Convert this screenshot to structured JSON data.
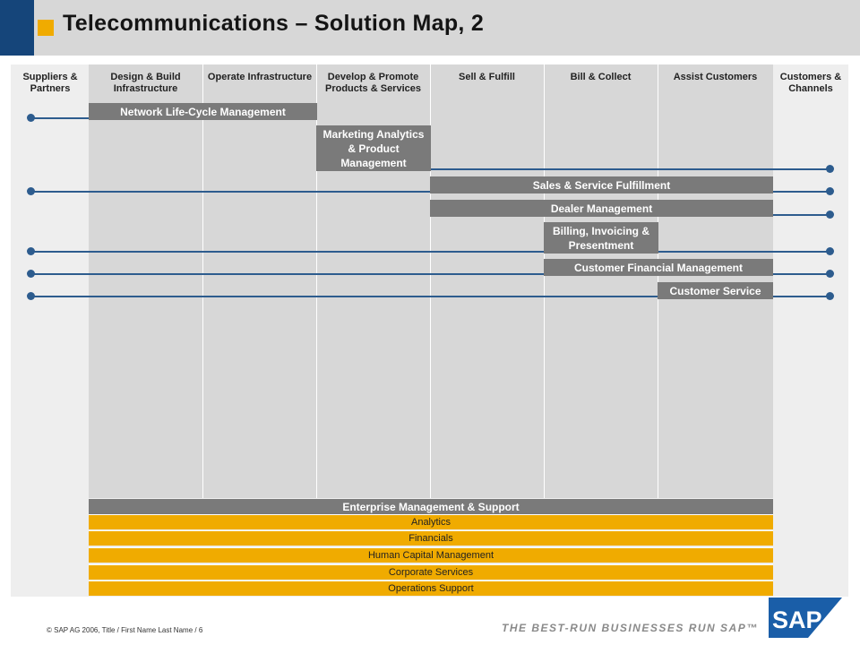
{
  "header": {
    "title": "Telecommunications – Solution Map, 2"
  },
  "columns": [
    "Suppliers & Partners",
    "Design & Build Infrastructure",
    "Operate Infrastructure",
    "Develop & Promote Products & Services",
    "Sell & Fulfill",
    "Bill & Collect",
    "Assist Customers",
    "Customers & Channels"
  ],
  "processes": {
    "network": "Network Life-Cycle Management",
    "marketing": "Marketing Analytics & Product Management",
    "sales": "Sales & Service Fulfillment",
    "dealer": "Dealer Management",
    "billing": "Billing, Invoicing & Presentment",
    "financial": "Customer Financial Management",
    "service": "Customer Service"
  },
  "enterprise": {
    "title": "Enterprise Management & Support",
    "items": [
      "Analytics",
      "Financials",
      "Human Capital Management",
      "Corporate Services",
      "Operations Support"
    ]
  },
  "footer": {
    "copyright": "© SAP AG 2006, Title / First Name Last Name / 6",
    "tagline": "THE BEST-RUN BUSINESSES RUN SAP™",
    "logo_text": "SAP"
  },
  "colors": {
    "header_blue": "#15457a",
    "accent": "#f0ab00",
    "process_grey": "#7a7a7a",
    "line_blue": "#2d5c8e"
  }
}
